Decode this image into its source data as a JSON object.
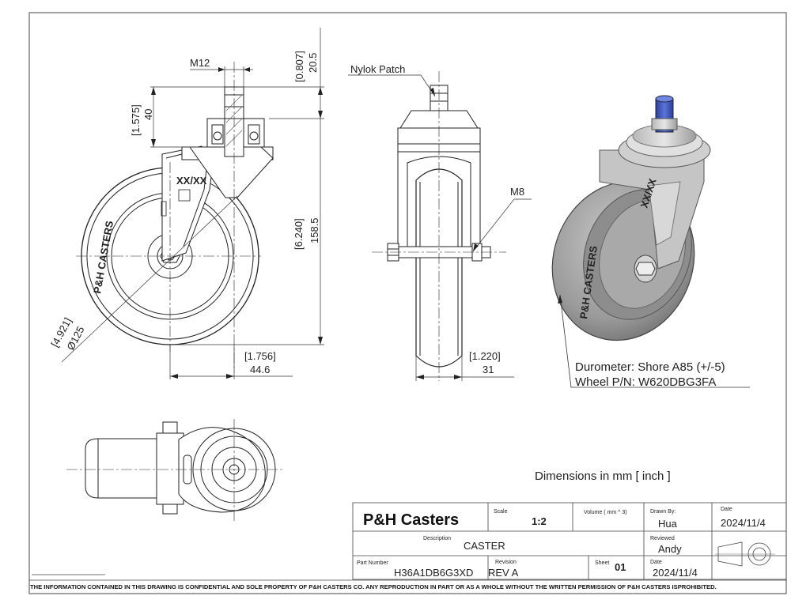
{
  "dimensions": {
    "thread": "M12",
    "stem_inch": "[0.807]",
    "stem_mm": "20.5",
    "plate_inch": "[1.575]",
    "plate_mm": "40",
    "height_inch": "[6.240]",
    "height_mm": "158.5",
    "diameter_inch": "[4.921]",
    "diameter_mm": "Ø125",
    "offset_inch": "[1.756]",
    "offset_mm": "44.6",
    "width_inch": "[1.220]",
    "width_mm": "31",
    "axle": "M8"
  },
  "annotations": {
    "nylok_patch": "Nylok Patch",
    "durometer": "Durometer: Shore A85 (+/-5)",
    "wheel_pn": "Wheel P/N: W620DBG3FA",
    "dimensions_note": "Dimensions in mm [ inch ]",
    "wheel_text": "P&H CASTERS",
    "stamp": "XX/XX"
  },
  "title_block": {
    "company": "P&H Casters",
    "scale_label": "Scale",
    "scale_value": "1:2",
    "volume_label": "Volume ( mm ^ 3)",
    "drawn_by_label": "Drawn By:",
    "drawn_by_value": "Hua",
    "date_label": "Date",
    "date_value": "2024/11/4",
    "description_label": "Description",
    "description_value": "CASTER",
    "reviewed_label": "Reviewed",
    "reviewed_value": "Andy",
    "part_number_label": "Part Number",
    "part_number_value": "H36A1DB6G3XD",
    "revision_label": "Revision",
    "revision_value": "REV A",
    "sheet_label": "Sheet",
    "sheet_value": "01",
    "review_date_label": "Date",
    "review_date_value": "2024/11/4"
  },
  "footer": "THE INFORMATION CONTAINED IN THIS DRAWING IS CONFIDENTIAL AND SOLE PROPERTY OF P&H CASTERS CO.  ANY REPRODUCTION IN PART OR AS A WHOLE WITHOUT THE WRITTEN PERMISSION OF P&H CASTERS ISPROHIBITED."
}
